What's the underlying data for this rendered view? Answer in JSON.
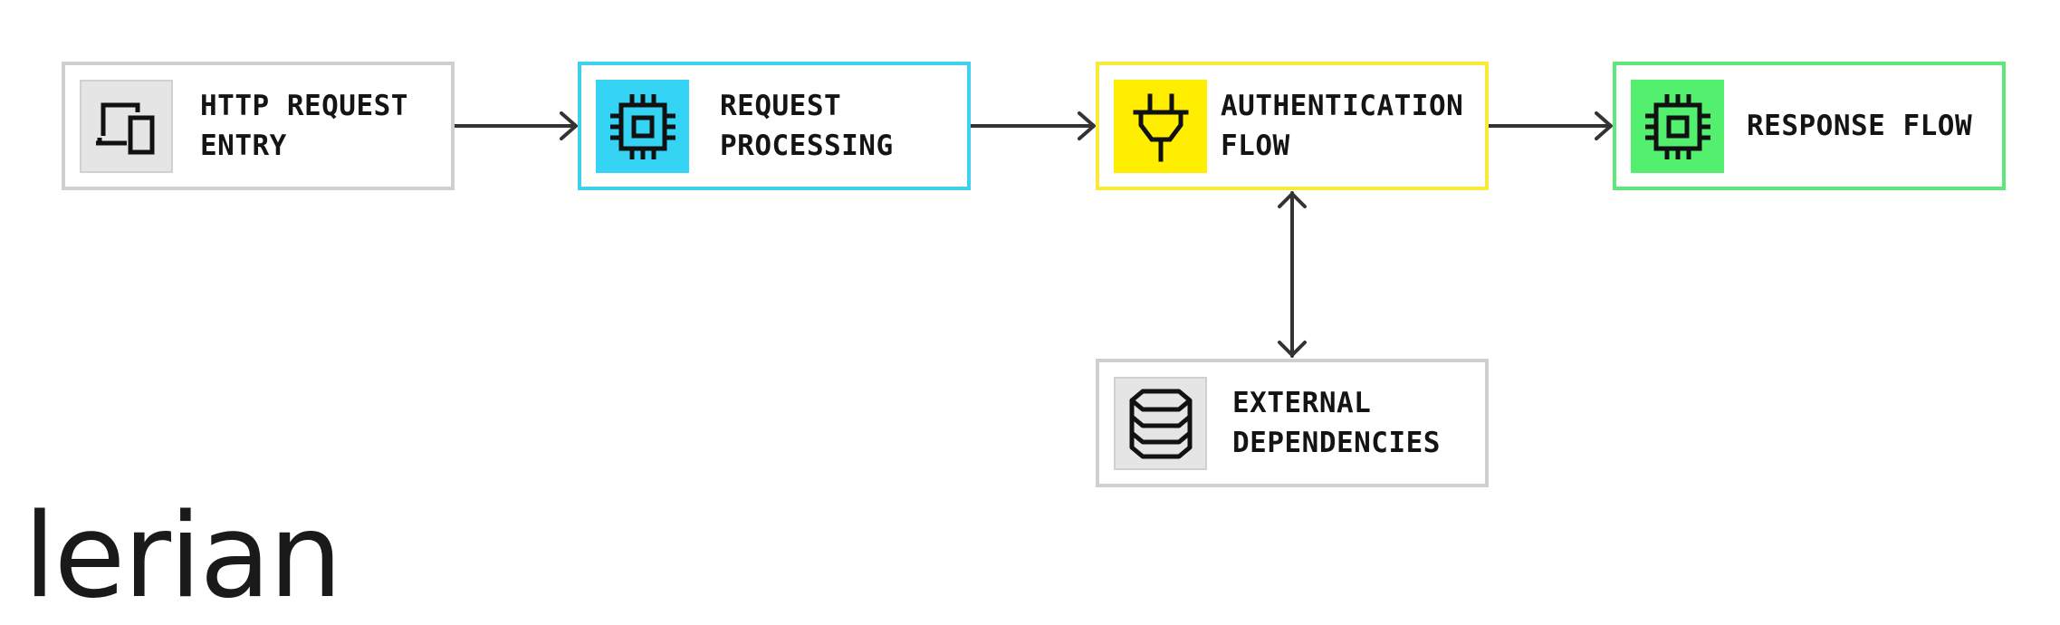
{
  "diagram": {
    "nodes": {
      "http_request_entry": {
        "label": "HTTP REQUEST\nENTRY",
        "icon": "devices-icon",
        "border_color": "#cfcfcf",
        "tile_color": "#e5e5e5"
      },
      "request_processing": {
        "label": "REQUEST\nPROCESSING",
        "icon": "cpu-chip-icon",
        "border_color": "#3ed1ef",
        "tile_color": "#35d3f4"
      },
      "authentication_flow": {
        "label": "AUTHENTICATION\nFLOW",
        "icon": "plug-icon",
        "border_color": "#f9ea37",
        "tile_color": "#ffee00"
      },
      "response_flow": {
        "label": "RESPONSE FLOW",
        "icon": "cpu-chip-icon",
        "border_color": "#5fe87a",
        "tile_color": "#52f06e"
      },
      "external_dependencies": {
        "label": "EXTERNAL\nDEPENDENCIES",
        "icon": "database-icon",
        "border_color": "#cfcfcf",
        "tile_color": "#e5e5e5"
      }
    },
    "edges": [
      {
        "from": "http_request_entry",
        "to": "request_processing",
        "direction": "forward"
      },
      {
        "from": "request_processing",
        "to": "authentication_flow",
        "direction": "forward"
      },
      {
        "from": "authentication_flow",
        "to": "response_flow",
        "direction": "forward"
      },
      {
        "from": "authentication_flow",
        "to": "external_dependencies",
        "direction": "bidirectional"
      }
    ]
  },
  "brand": {
    "logo_text": "lerian",
    "text_color": "#1a1a1a"
  }
}
